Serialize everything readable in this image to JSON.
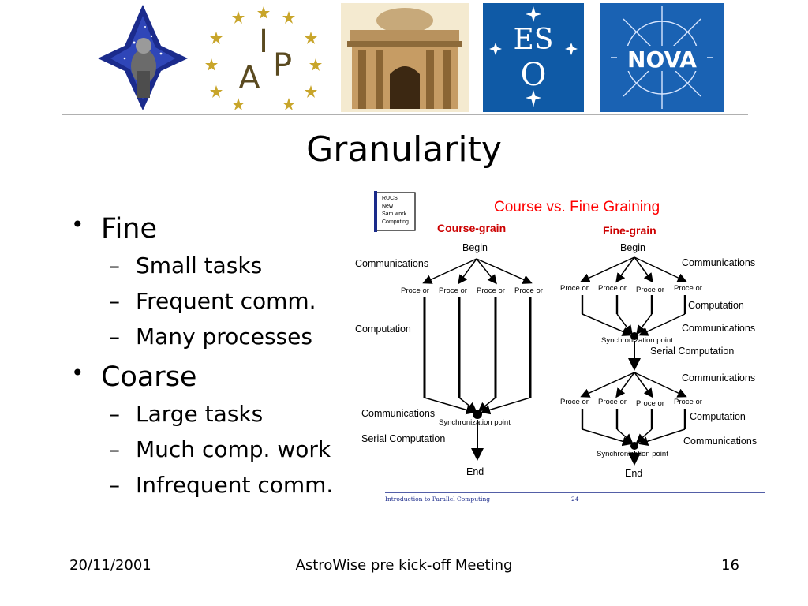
{
  "slide": {
    "title": "Granularity",
    "bullets": [
      {
        "label": "Fine",
        "subs": [
          "Small tasks",
          "Frequent comm.",
          "Many processes"
        ]
      },
      {
        "label": "Coarse",
        "subs": [
          "Large tasks",
          "Much comp. work",
          "Infrequent comm."
        ]
      }
    ],
    "footer": {
      "date": "20/11/2001",
      "meeting": "AstroWise pre kick-off Meeting",
      "page": "16"
    }
  },
  "logos": {
    "iap_letters": [
      "I",
      "A",
      "P"
    ],
    "eso_letters": [
      "ES",
      "O"
    ],
    "nova_text": "NOVA"
  },
  "diagram": {
    "title": "Course vs. Fine Graining",
    "badge_lines": [
      "RUCS",
      "New",
      "Sam work",
      "Computing"
    ],
    "coarse": {
      "heading": "Course-grain",
      "begin": "Begin",
      "communications_top": "Communications",
      "processor": "Proce  or",
      "computation": "Computation",
      "communications_bottom": "Communications",
      "sync": "Synchronization point",
      "serial": "Serial Computation",
      "end": "End"
    },
    "fine": {
      "heading": "Fine-grain",
      "begin": "Begin",
      "communications_1": "Communications",
      "processor": "Proce  or",
      "computation_1": "Computation",
      "communications_2": "Communications",
      "sync_1": "Synchronization point",
      "serial": "Serial Computation",
      "communications_3": "Communications",
      "computation_2": "Computation",
      "communications_4": "Communications",
      "sync_2": "Synchronization point",
      "end": "End"
    },
    "footer_left": "Introduction to Parallel Computing",
    "footer_right": "24",
    "colors": {
      "title": "#ff0000",
      "heading": "#cc0000",
      "rule": "#1a2a8a"
    }
  }
}
